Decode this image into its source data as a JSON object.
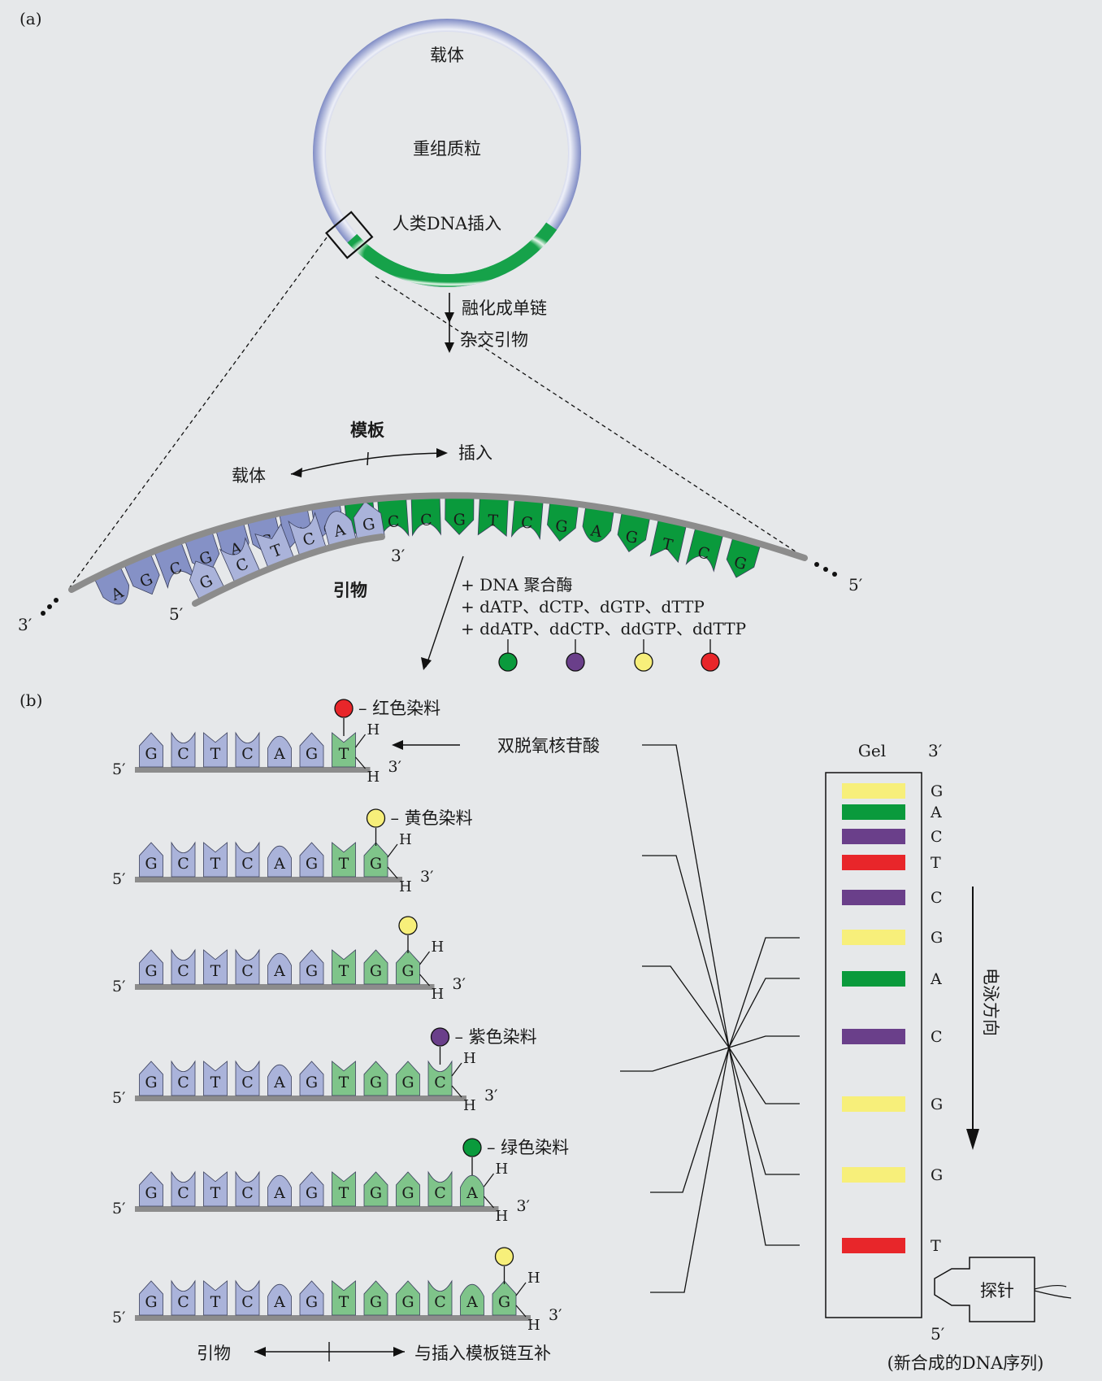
{
  "panel_labels": {
    "a": "(a)",
    "b": "(b)"
  },
  "plasmid": {
    "vector_label": "载体",
    "center_label": "重组质粒",
    "insert_label": "人类DNA插入"
  },
  "steps": {
    "melt": "融化成单链",
    "hybridize": "杂交引物"
  },
  "template": {
    "title": "模板",
    "vector_label": "载体",
    "insert_label": "插入",
    "primer_label": "引物",
    "end_3_left": "3′",
    "end_5_right": "5′",
    "primer_end_3": "3′",
    "primer_end_5": "5′",
    "vector_bases": [
      "A",
      "G",
      "C",
      "G",
      "A",
      "G",
      "T",
      "C"
    ],
    "insert_bases": [
      "A",
      "C",
      "C",
      "G",
      "T",
      "C",
      "G",
      "A",
      "G",
      "T",
      "C",
      "G"
    ],
    "primer_bases": [
      "G",
      "C",
      "T",
      "C",
      "A",
      "G"
    ]
  },
  "reagents": {
    "line1": "+ DNA 聚合酶",
    "line2": "+ dATP、dCTP、dGTP、dTTP",
    "line3": "+ ddATP、ddCTP、ddGTP、ddTTP",
    "dots": [
      "#0a9a3c",
      "#6a3f8a",
      "#f7ef7a",
      "#e8262a"
    ]
  },
  "products": {
    "primer_seq": [
      "G",
      "C",
      "T",
      "C",
      "A",
      "G"
    ],
    "rows": [
      {
        "added": [
          "T"
        ],
        "dye_label": "– 红色染料",
        "dye_color": "#e8262a"
      },
      {
        "added": [
          "T",
          "G"
        ],
        "dye_label": "– 黄色染料",
        "dye_color": "#f7ef7a"
      },
      {
        "added": [
          "T",
          "G",
          "G"
        ],
        "dye_label": "",
        "dye_color": "#f7ef7a"
      },
      {
        "added": [
          "T",
          "G",
          "G",
          "C"
        ],
        "dye_label": "– 紫色染料",
        "dye_color": "#6a3f8a"
      },
      {
        "added": [
          "T",
          "G",
          "G",
          "C",
          "A"
        ],
        "dye_label": "– 绿色染料",
        "dye_color": "#0a9a3c"
      },
      {
        "added": [
          "T",
          "G",
          "G",
          "C",
          "A",
          "G"
        ],
        "dye_label": "",
        "dye_color": "#f7ef7a"
      }
    ],
    "h_label": "H",
    "end_5": "5′",
    "end_3": "3′",
    "dideoxy_label": "双脱氧核苷酸"
  },
  "gel": {
    "title": "Gel",
    "top_end": "3′",
    "bottom_end": "5′",
    "bands": [
      {
        "base": "G",
        "color": "#f7ef7a"
      },
      {
        "base": "A",
        "color": "#0a9a3c"
      },
      {
        "base": "C",
        "color": "#6a3f8a"
      },
      {
        "base": "T",
        "color": "#e8262a"
      },
      {
        "base": "C",
        "color": "#6a3f8a"
      },
      {
        "base": "G",
        "color": "#f7ef7a"
      },
      {
        "base": "A",
        "color": "#0a9a3c"
      },
      {
        "base": "C",
        "color": "#6a3f8a"
      },
      {
        "base": "G",
        "color": "#f7ef7a"
      },
      {
        "base": "G",
        "color": "#f7ef7a"
      },
      {
        "base": "T",
        "color": "#e8262a"
      }
    ],
    "direction_label": "电泳方向",
    "probe_label": "探针",
    "caption": "(新合成的DNA序列)"
  },
  "bottom_axis": {
    "left": "引物",
    "right": "与插入模板链互补"
  },
  "colors": {
    "vector": "#8591c6",
    "vector_light": "#aab3da",
    "insert": "#0a9a3c",
    "insert_light": "#7fc48a",
    "backbone": "#8c8c8c"
  }
}
